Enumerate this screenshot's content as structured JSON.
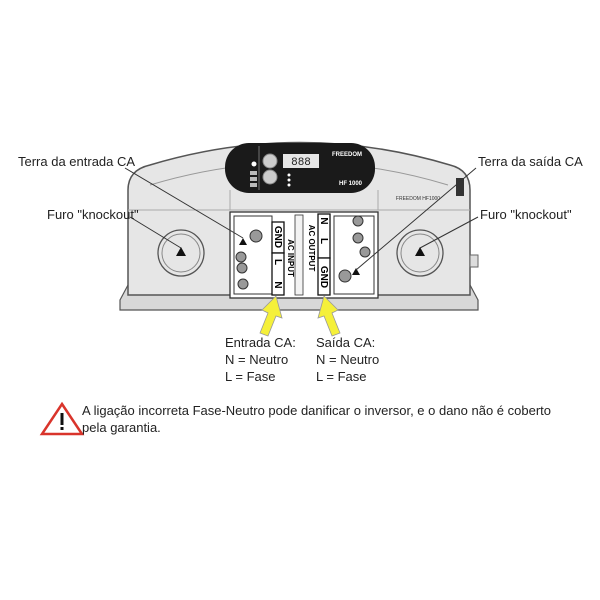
{
  "labels": {
    "left_ground": "Terra da entrada CA",
    "left_knockout": "Furo \"knockout\"",
    "right_ground": "Terra da saída CA",
    "right_knockout": "Furo \"knockout\""
  },
  "device": {
    "brand": "FREEDOM",
    "model_badge": "HF 1000",
    "side_label": "FREEDOM HF1000",
    "display": "888",
    "ac_input_label": "AC INPUT",
    "ac_output_label": "AC OUTPUT",
    "terminal_n": "N",
    "terminal_l": "L",
    "terminal_gnd": "GND"
  },
  "legend_input": {
    "title": "Entrada CA:",
    "n": "N = Neutro",
    "l": "L = Fase"
  },
  "legend_output": {
    "title": "Saída CA:",
    "n": "N = Neutro",
    "l": "L = Fase"
  },
  "warning": {
    "icon": "warning-triangle-icon",
    "text": "A ligação incorreta Fase-Neutro pode danificar o inversor, e o dano não é coberto pela garantia.",
    "color": "#d9342b"
  },
  "colors": {
    "arrow": "#f5f03a",
    "body": "#e6e6e6",
    "panel": "#1a1a1a"
  }
}
